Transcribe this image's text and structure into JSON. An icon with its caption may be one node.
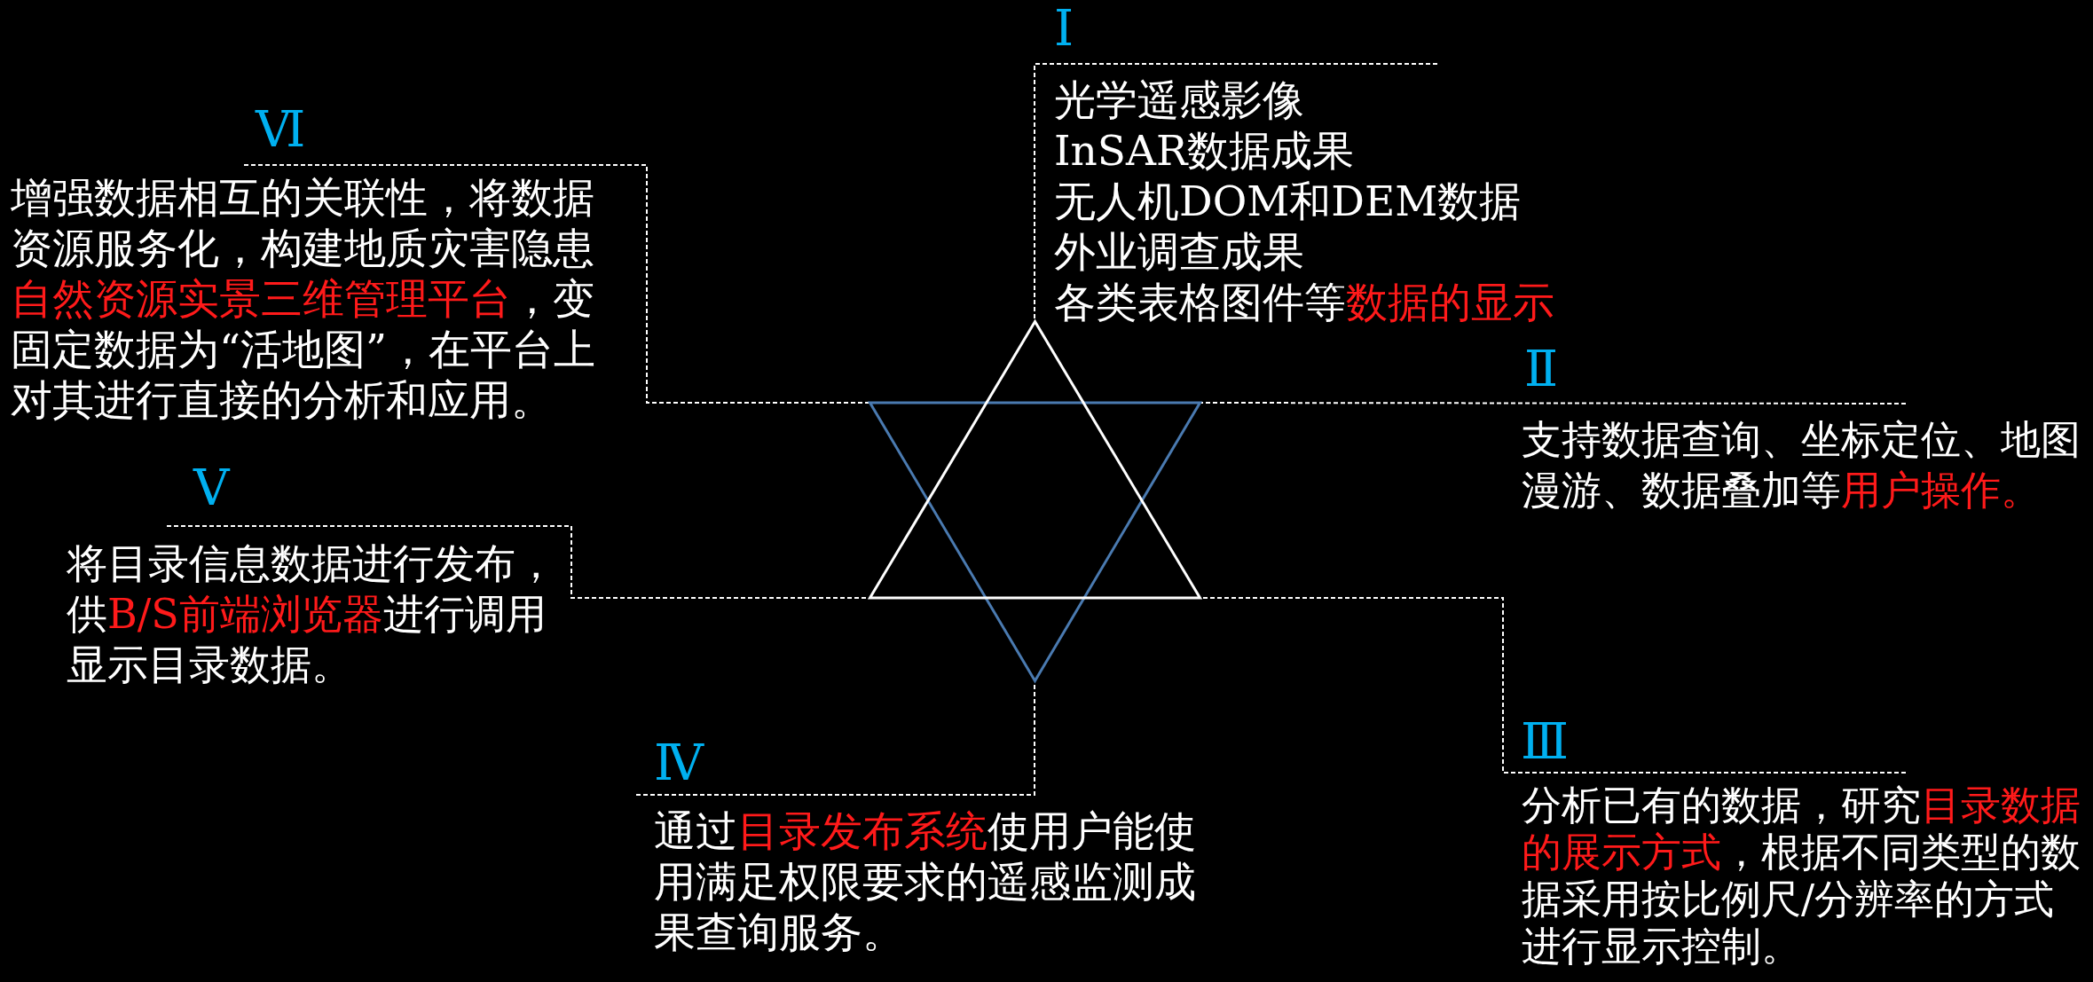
{
  "diagram": {
    "nodes": [
      {
        "text": [
          "光学遥感影像",
          "InSAR数据成果",
          "无人机DOM和DEM数据",
          "外业调查成果",
          "各类表格图件等**数据的显示**"
        ]
      },
      {
        "text": [
          "支持数据查询、坐标定位、地图漫游、数据叠加等**用户操作。**"
        ]
      },
      {
        "text": [
          "分析已有的数据，研究**目录数据的展示方式**，根据不同类型的数据采用按比例尺/分辨率的方式进行显示控制。"
        ]
      },
      {
        "text": [
          "通过**目录发布系统**使用户能使用满足权限要求的遥感监测成果查询服务。"
        ]
      },
      {
        "text": [
          "将目录信息数据进行发布，供**B/S前端浏览器**进行调用显示目录数据。"
        ]
      },
      {
        "text": [
          "增强数据相互的关联性，将数据资源服务化，构建地质灾害隐患**自然资源实景三维管理平台**，变固定数据为“活地图”，在平台上对其进行直接的分析和应用。"
        ]
      },
      {
        "text": [],
        "shape": "star"
      }
    ],
    "edges": [
      {
        "from": 0,
        "to": 6,
        "arrow": "none",
        "style": "dashed"
      },
      {
        "from": 1,
        "to": 6,
        "arrow": "none",
        "style": "dashed"
      },
      {
        "from": 2,
        "to": 6,
        "arrow": "none",
        "style": "dashed"
      },
      {
        "from": 3,
        "to": 6,
        "arrow": "none",
        "style": "dashed"
      },
      {
        "from": 4,
        "to": 6,
        "arrow": "none",
        "style": "dashed"
      },
      {
        "from": 5,
        "to": 6,
        "arrow": "none",
        "style": "dashed"
      }
    ],
    "labels": [
      "Ⅰ",
      "Ⅱ",
      "Ⅲ",
      "Ⅳ",
      "Ⅴ",
      "Ⅵ"
    ]
  }
}
